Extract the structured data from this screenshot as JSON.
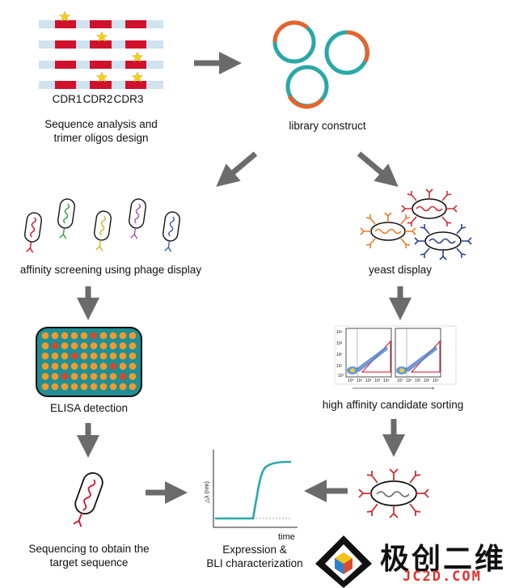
{
  "steps": {
    "sequence_design": "Sequence analysis and\ntrimer oligos design",
    "library": "library construct",
    "phage": "affinity screening using phage display",
    "yeast": "yeast display",
    "elisa": "ELISA detection",
    "sorting": "high affinity candidate sorting",
    "sequencing": "Sequencing to obtain the\ntarget sequence",
    "expression": "Expression &\nBLI characterization"
  },
  "cdr_labels": [
    "CDR1",
    "CDR2",
    "CDR3"
  ],
  "bli_chart": {
    "ylabel": "△λ (nm)",
    "xlabel": "time"
  },
  "facs_ticks": [
    "10⁰",
    "10¹",
    "10²",
    "10³",
    "10⁴"
  ],
  "watermark": {
    "chinese": "极创二维",
    "english": "JC2D.COM"
  },
  "colors": {
    "arrow": "#6b6b6b",
    "cdr_red": "#d0112b",
    "framework_blue": "#cfe3f0",
    "teal": "#2aa7a7",
    "orange": "#e8632c",
    "elisa_plate": "#1f8f93",
    "elisa_well": "#f29a2e",
    "elisa_hit": "#d04a2f",
    "yeast_red": "#cc2e2e",
    "yeast_blue": "#2a3f8f",
    "yeast_orange": "#e87a2a"
  }
}
